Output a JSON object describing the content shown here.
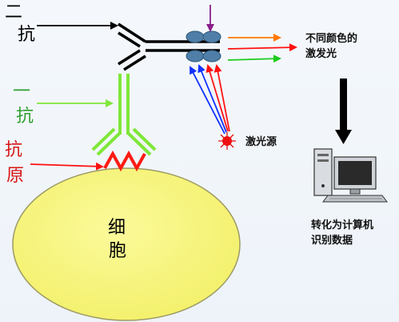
{
  "labels": {
    "secondary_antibody": [
      "二",
      "抗"
    ],
    "primary_antibody": [
      "一",
      "抗"
    ],
    "antigen": [
      "抗",
      "原"
    ],
    "cell": [
      "细",
      "胞"
    ],
    "emission": [
      "不同颜色的",
      "激发光"
    ],
    "laser": "激光源",
    "computer": [
      "转化为计算机",
      "识别数据"
    ]
  },
  "colors": {
    "cell_fill": "#f8f67c",
    "cell_stroke": "#9c9a64",
    "primary_antibody": "#7fe73a",
    "antigen": "#ff1b12",
    "fluorophore": "#4f7fa8",
    "emission_orange": "#ff7a00",
    "emission_red": "#ff1010",
    "emission_green": "#1ecb1e",
    "excite_blue": "#1130ff",
    "excite_red": "#ff1515",
    "laser": "#e31010",
    "arrow_purple": "#8a1e8a",
    "secondary_label": "#000000",
    "primary_label": "#2e9d2e",
    "antigen_label": "#d81515"
  }
}
